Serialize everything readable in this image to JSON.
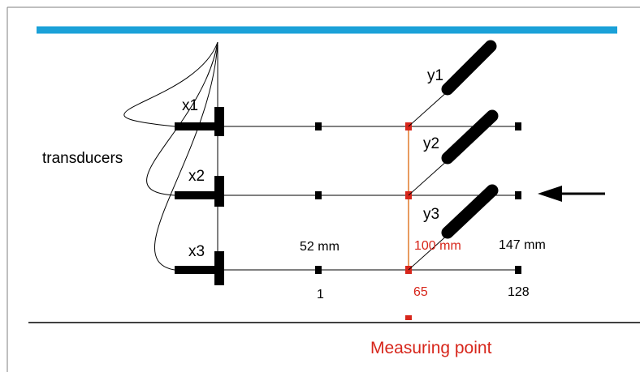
{
  "colors": {
    "background": "#ffffff",
    "frame": "#7f7f7f",
    "water_surface": "#1ba1d8",
    "line": "#000000",
    "measure_accent": "#d7261b",
    "measure_line": "#e07a2c",
    "text_primary": "#000000",
    "text_accent": "#d7261b"
  },
  "labels": {
    "transducers": "transducers",
    "x1": "x1",
    "x2": "x2",
    "x3": "x3",
    "y1": "y1",
    "y2": "y2",
    "y3": "y3",
    "dist_first": "52 mm",
    "dist_measure": "100 mm",
    "dist_last": "147 mm",
    "index_first": "1",
    "index_measure": "65",
    "index_last": "128",
    "measuring_point": "Measuring point"
  },
  "icons": {
    "flow_arrow": "arrow-left-icon"
  }
}
